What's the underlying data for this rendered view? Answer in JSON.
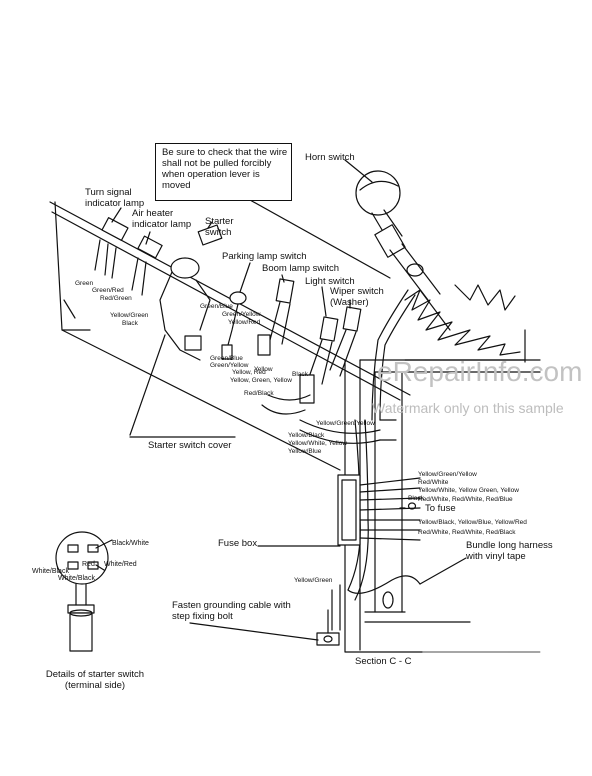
{
  "labels": {
    "note": "Be sure to check that the wire shall not be pulled forcibly when operation lever is moved",
    "horn_switch": "Horn switch",
    "turn_signal": "Turn signal indicator lamp",
    "air_heater": "Air heater indicator lamp",
    "starter_switch": "Starter switch",
    "parking_lamp": "Parking lamp switch",
    "boom_lamp": "Boom lamp switch",
    "light_switch": "Light switch",
    "wiper_switch": "Wiper switch (Washer)",
    "starter_cover": "Starter switch cover",
    "fuse_box": "Fuse box",
    "to_fuse": "To fuse",
    "bundle": "Bundle long harness with vinyl tape",
    "grounding": "Fasten grounding cable with step fixing bolt",
    "section": "Section C - C",
    "details": "Details of starter switch (terminal side)"
  },
  "wire_labels": {
    "green": "Green",
    "green_red": "Green/Red",
    "red_green": "Red/Green",
    "yellow_green_1": "Yellow/Green",
    "black_1": "Black",
    "green_blue_1": "Green/Blue",
    "green_yellow_1": "Green/Yellow",
    "yellow_red": "Yellow/Red",
    "green_blue_2": "Green/Blue",
    "green_yellow_2": "Green/Yellow",
    "yellow": "Yellow",
    "yellow_red_2": "Yellow, Red",
    "yellow_green_yellow": "Yellow, Green, Yellow",
    "red_black": "Red/Black",
    "black_2": "Black",
    "yellow_black": "Yellow/Black",
    "yellow_white_yellow": "Yellow/White, Yellow",
    "yellow_blue": "Yellow/Blue",
    "yellow_green_yellow_2": "Yellow/Green/Yellow",
    "ygy_right": "Yellow/Green/Yellow",
    "red_white": "Red/White",
    "yw_ygy": "Yellow/White, Yellow Green, Yellow",
    "black_3": "Black",
    "rw_rw_rb": "Red/White, Red/White, Red/Blue",
    "yb_yb_yr": "Yellow/Black, Yellow/Blue, Yellow/Red",
    "rw_rw_rb_2": "Red/White, Red/White, Red/Black",
    "yellow_green_2": "Yellow/Green",
    "black_white": "Black/White",
    "white_red": "White/Red",
    "red": "Red",
    "white_black": "White/Black",
    "white_black_2": "White/Black"
  },
  "watermark": {
    "line1": "eRepairInfo.com",
    "line2": "Watermark only on this sample"
  }
}
